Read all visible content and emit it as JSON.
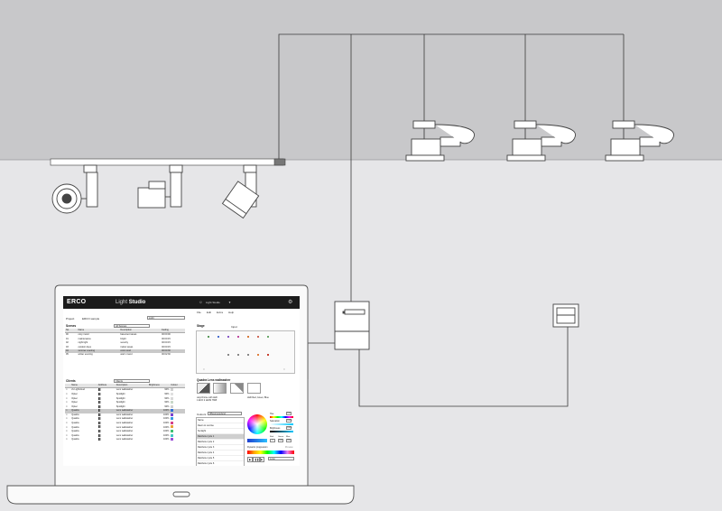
{
  "app": {
    "logo": "ERCO",
    "title_light": "Light",
    "title_bold": "Studio",
    "bulb_name": "Light Studio",
    "menu": [
      "File",
      "Edit",
      "Extra",
      "Help"
    ]
  },
  "project": {
    "label": "Project",
    "value": "ERCO sample",
    "select": "Light"
  },
  "scenes": {
    "header": "Scenes",
    "dropdown": "All Scenes",
    "columns": [
      "No.",
      "Name",
      "Description",
      "Fading"
    ],
    "rows": [
      [
        "00",
        "cosy mood",
        "basement areas",
        "00:00:00"
      ],
      [
        "01",
        "maintenance",
        "bright",
        "00:00:15"
      ],
      [
        "02",
        "night light",
        "security",
        "00:00:15"
      ],
      [
        "03",
        "outdoor days",
        "indoor areas",
        "00:00:15"
      ],
      [
        "04",
        "summer evening",
        "cool mood",
        "00:00:30"
      ],
      [
        "05",
        "winter evening",
        "warm mood",
        "00:02:30"
      ]
    ],
    "highlight": 4
  },
  "clients": {
    "header": "Clients",
    "dropdown": "Clients",
    "columns": [
      "",
      "Name",
      "Attribute",
      "Description",
      "Brightness",
      "Colour"
    ],
    "rows": [
      [
        "2x Lightcloud",
        "Lens wallwasher",
        "90%",
        "#cfcfcf"
      ],
      [
        "Optec",
        "Spotlight",
        "90%",
        "#e0e0e0"
      ],
      [
        "Optec",
        "Spotlight",
        "90%",
        "#d8d8d8"
      ],
      [
        "Optec",
        "Spotlight",
        "90%",
        "#c8d8c8"
      ],
      [
        "Optec",
        "Spotlight",
        "90%",
        "#d0d0d0"
      ],
      [
        "Quadra",
        "Lens wallwasher",
        "100%",
        "#2f6fd6"
      ],
      [
        "Quadra",
        "Lens wallwasher",
        "100%",
        "#7b3fd0"
      ],
      [
        "Quadra",
        "Lens wallwasher",
        "100%",
        "#3a9be0"
      ],
      [
        "Quadra",
        "Lens wallwasher",
        "100%",
        "#d6408a"
      ],
      [
        "Quadra",
        "Lens wallwasher",
        "100%",
        "#e8a23a"
      ],
      [
        "Quadra",
        "Lens wallwasher",
        "100%",
        "#3fc070"
      ],
      [
        "Quadra",
        "Lens wallwasher",
        "100%",
        "#45c7c7"
      ],
      [
        "Quadra",
        "Lens wallwasher",
        "100%",
        "#9b4fd8"
      ]
    ],
    "highlight": 5
  },
  "stage": {
    "header": "Stage",
    "view": "Input",
    "dots": [
      "#5a9a5a",
      "#4a6fd0",
      "#8a5ac8",
      "#c04aa0",
      "#d87a3a",
      "#d06a5a",
      "#6aa86a"
    ],
    "dots2": [
      "#888888",
      "#888888",
      "#888888",
      "#e08040",
      "#c84030"
    ]
  },
  "detail": {
    "header": "Quadra Lens wallwasher",
    "item1_line1": "varychrome with LED",
    "item1_line2": "1 ECO 2 LENS 7668",
    "item2": "LED Red, Green, Blue"
  },
  "colours": {
    "label": "Colours",
    "dropdown": "[Playprocedure]",
    "items": [
      "Name",
      "Dawn to sunrise",
      "Sunlight",
      "Rainbow cycle 1",
      "Rainbow cycle 2",
      "Rainbow cycle 3",
      "Rainbow cycle 4",
      "Rainbow cycle 5",
      "Rainbow cycle 6",
      "Rainbow cycle 7"
    ],
    "highlight": 3,
    "hue_label": "Hue",
    "hue_value": "190",
    "sat_label": "Saturation",
    "sat_value": "100%",
    "bri_label": "Brightness",
    "bri_value": "100%",
    "rgb_labels": [
      "Red",
      "Green",
      "Blue"
    ],
    "rgb_values": [
      "0",
      "100",
      "255"
    ],
    "dynamic_label": "Dynamic progression",
    "dynamic_right": "Preview",
    "loop": "Loop"
  },
  "palette": {
    "bg": "#e6e6e8",
    "wall": "#c8c8ca",
    "line": "#444444"
  }
}
